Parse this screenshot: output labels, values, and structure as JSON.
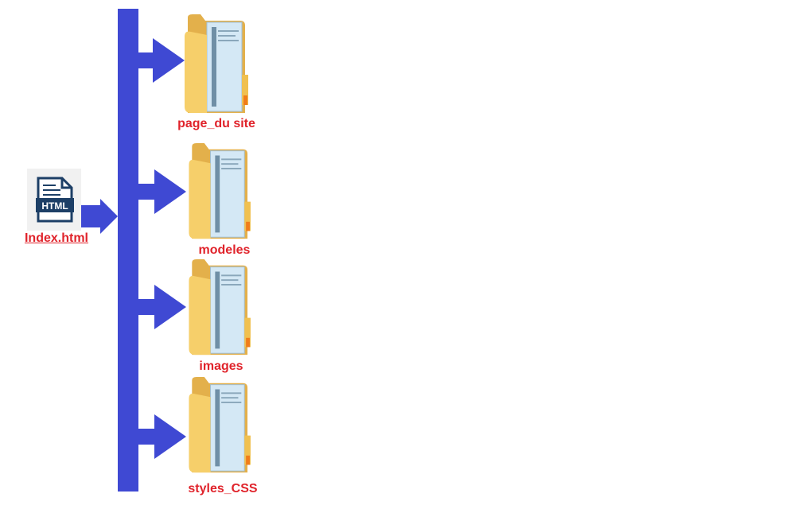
{
  "root_file": {
    "name": "Index.html",
    "icon": "html-file-icon",
    "badge": "HTML"
  },
  "folders": [
    {
      "name": "page_du site",
      "icon": "folder-icon"
    },
    {
      "name": "modeles",
      "icon": "folder-icon"
    },
    {
      "name": "images",
      "icon": "folder-icon"
    },
    {
      "name": "styles_CSS",
      "icon": "folder-icon"
    }
  ],
  "colors": {
    "connector": "#3f49d3",
    "label": "#e0232b",
    "folder": "#f3c85d",
    "document": "#cfe3f1"
  }
}
